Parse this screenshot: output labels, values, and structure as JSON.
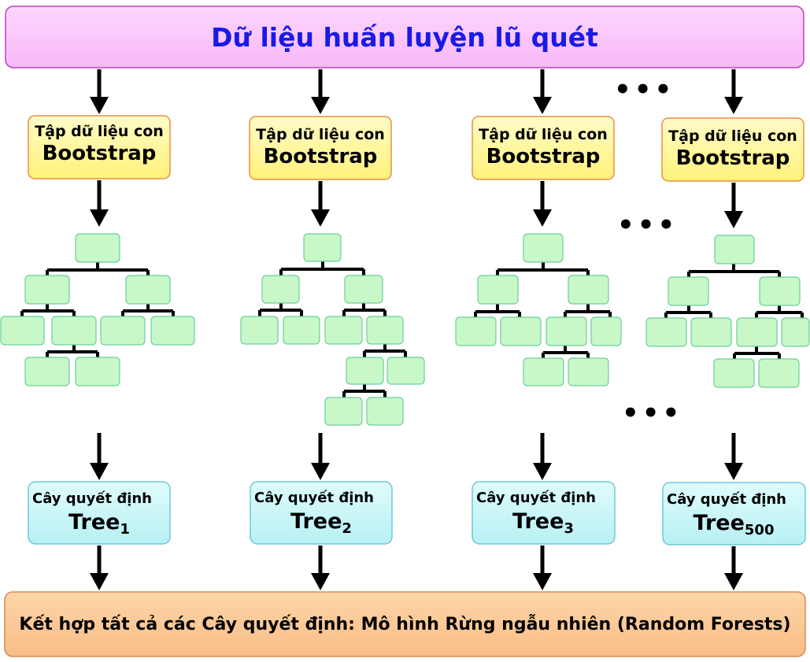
{
  "title": "Dữ liệu huấn luyện lũ quét",
  "bootstrap": [
    {
      "line1": "Tập dữ liệu con",
      "line2": "Bootstrap"
    },
    {
      "line1": "Tập dữ liệu con",
      "line2": "Bootstrap"
    },
    {
      "line1": "Tập dữ liệu con",
      "line2": "Bootstrap"
    },
    {
      "line1": "Tập dữ liệu con",
      "line2": "Bootstrap"
    }
  ],
  "decision_trees": [
    {
      "line1": "Cây quyết định",
      "name": "Tree",
      "index": "1"
    },
    {
      "line1": "Cây quyết định",
      "name": "Tree",
      "index": "2"
    },
    {
      "line1": "Cây quyết định",
      "name": "Tree",
      "index": "3"
    },
    {
      "line1": "Cây quyết định",
      "name": "Tree",
      "index": "500"
    }
  ],
  "ellipsis": "•••",
  "final": "Kết hợp tất cả các Cây quyết định: Mô hình Rừng ngẫu nhiên (Random Forests)",
  "colors": {
    "title_fill": "#fcc8fc",
    "title_text": "#1a1ae6",
    "bootstrap_fill": "#fff799",
    "node_fill": "#c8f7c8",
    "tree_fill": "#c8f7f7",
    "final_fill": "#fcc896"
  }
}
